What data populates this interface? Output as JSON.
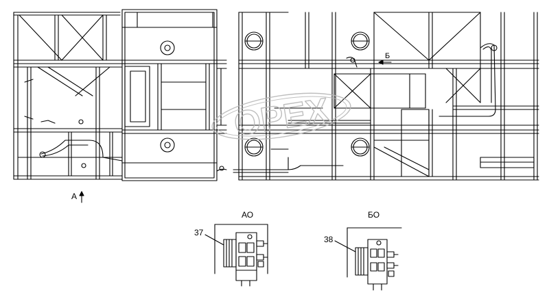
{
  "view_labels": {
    "view_a_marker": "А",
    "view_b_marker": "Б",
    "view_a_title": "АО",
    "view_b_title": "БО"
  },
  "callouts": {
    "part_37": "37",
    "part_38": "38"
  },
  "watermark": "OPEX",
  "colors": {
    "line": "#000000",
    "watermark": "#b8b8b8",
    "background": "#ffffff"
  }
}
